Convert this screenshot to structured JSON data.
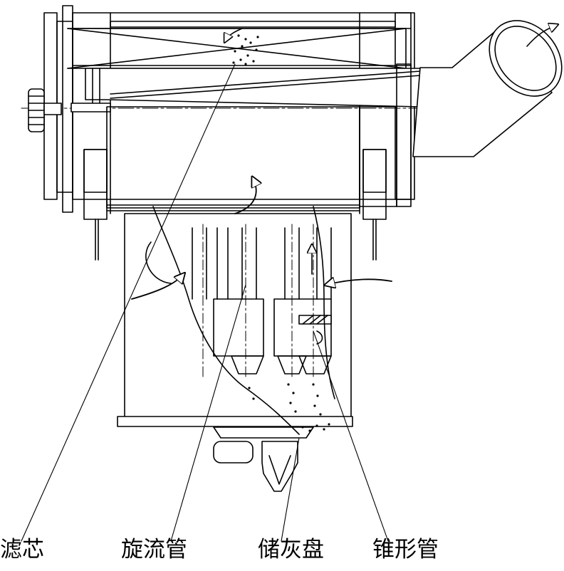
{
  "labels": {
    "filter_element": "滤芯",
    "cyclone_tube": "旋流管",
    "dust_tray": "储灰盘",
    "cone_tube": "锥形管"
  },
  "colors": {
    "line": "#000000",
    "background": "#ffffff"
  }
}
